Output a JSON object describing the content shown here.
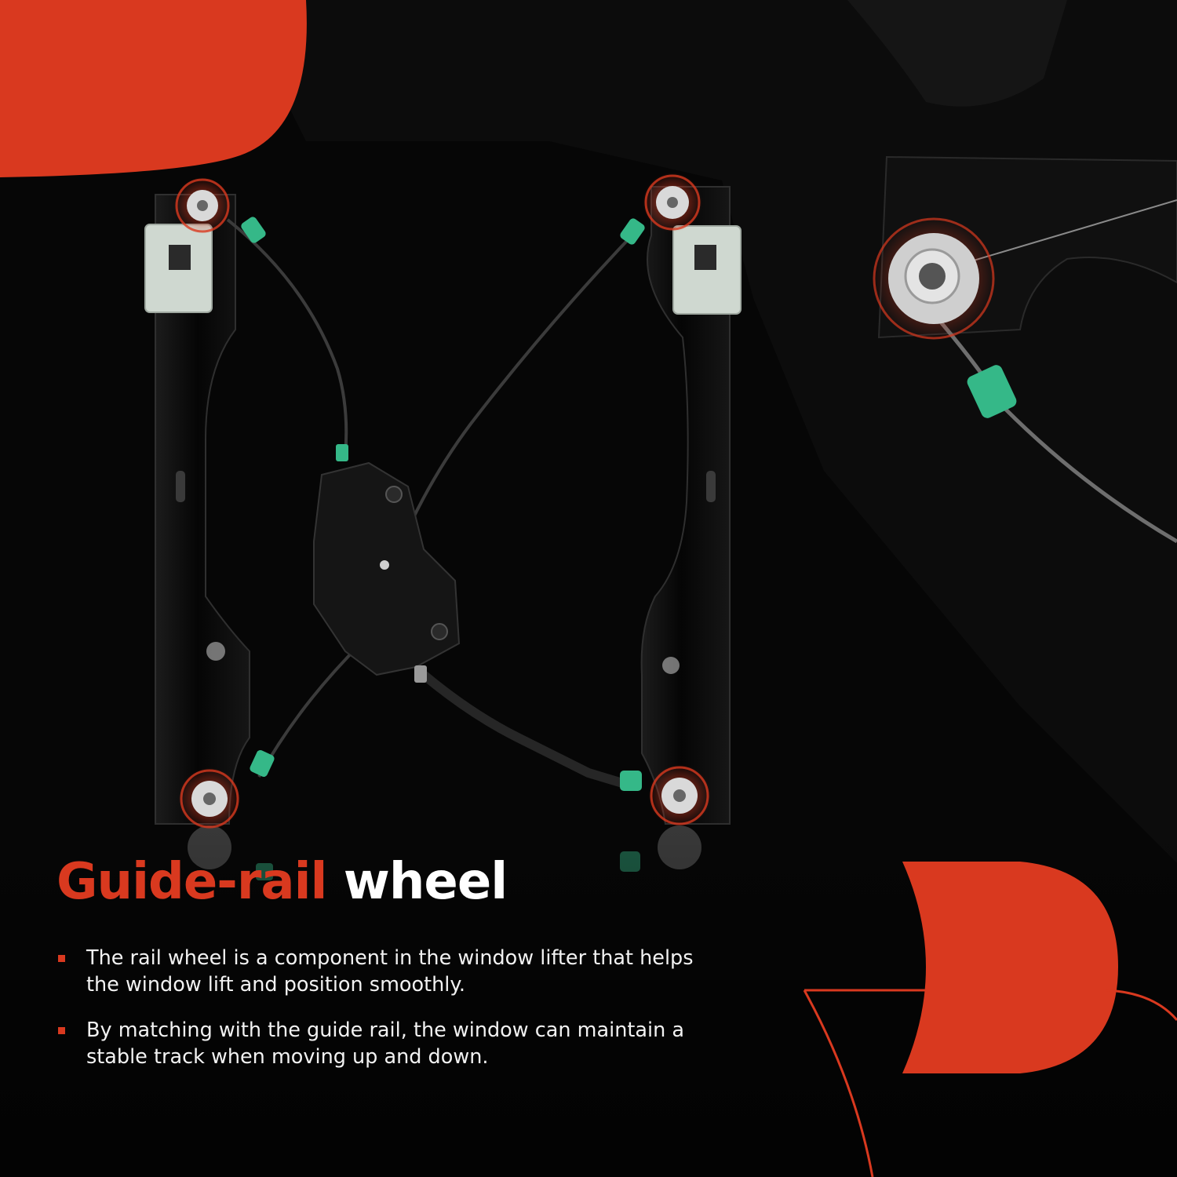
{
  "colors": {
    "accent": "#d9391f",
    "background": "#060606",
    "rail": "#0d0d0d",
    "clip": "#35b888",
    "carrier": "#cfd8d0"
  },
  "headline": {
    "accent_text": "Guide-rail",
    "main_text": "wheel"
  },
  "bullets": [
    {
      "icon": "square-bullet-icon",
      "text": "The rail wheel is a component in the window lifter that helps the window lift and position smoothly."
    },
    {
      "icon": "square-bullet-icon",
      "text": "By matching with the guide rail, the window can maintain a stable track when moving up and down."
    }
  ],
  "product": {
    "name": "window-regulator",
    "highlighted_parts": [
      "guide-rail-wheel-top-left",
      "guide-rail-wheel-top-right",
      "guide-rail-wheel-bottom-left",
      "guide-rail-wheel-bottom-right"
    ],
    "detail_inset": "guide-rail-wheel-closeup"
  }
}
